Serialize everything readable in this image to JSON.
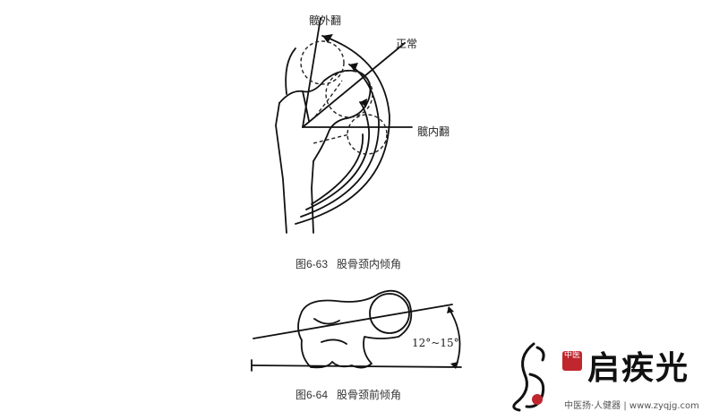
{
  "figure1": {
    "labels": {
      "coxa_valga": "髋外翻",
      "normal": "正常",
      "coxa_vara": "髋内翻"
    },
    "caption_number": "图6-63",
    "caption_text": "股骨颈内倾角"
  },
  "figure2": {
    "angle_label": "12°~15°",
    "caption_number": "图6-64",
    "caption_text": "股骨颈前倾角"
  },
  "watermark": {
    "brand": "启疾光",
    "seal": "中医",
    "tagline": "中医扬·人健器",
    "url": "www.zyqjg.com"
  }
}
